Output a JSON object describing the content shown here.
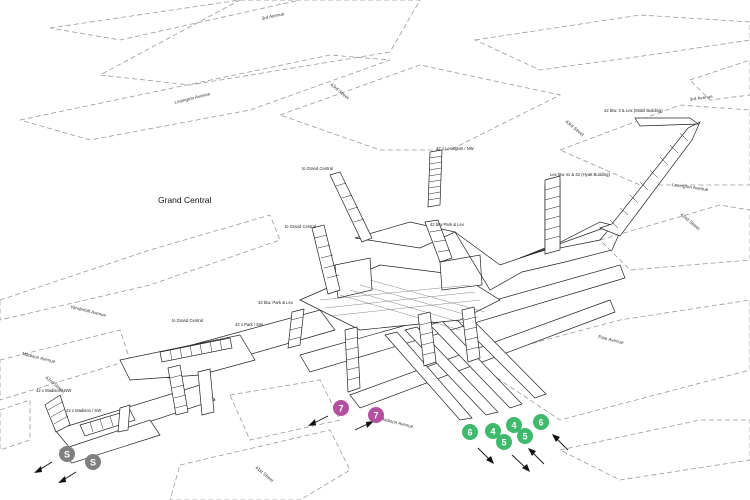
{
  "title": "Grand Central",
  "streets": {
    "third_avenue_top": "3rd Avenue",
    "third_avenue_right": "3rd Avenue",
    "lexington_avenue_top": "Lexington Avenue",
    "lexington_avenue_right": "Lexington Avenue",
    "st_43_top": "43rd Street",
    "st_43_right": "43rd Street",
    "st_42_left": "42nd Street",
    "st_42_right": "42nd Street",
    "vanderbilt_avenue": "Vanderbilt Avenue",
    "madison_avenue_left": "Madison Avenue",
    "madison_avenue_bottom": "Madison Avenue",
    "park_avenue": "Park Avenue",
    "st_41_bottom": "41st Street"
  },
  "exits": {
    "lex_nw": "42 x Lexington / NW",
    "to_grand_central_a": "to Grand Central",
    "to_grand_central_b": "to Grand Central",
    "to_grand_central_c": "to Grand Central",
    "park_lex": "42 btw Park & Lex",
    "park_sw": "42 btw. Park & Lex",
    "park_cw": "42 x Park / SW",
    "lex_3rd": "42 btw. 3 & Lex (Mobil Building)",
    "lex_hyatt": "Lex btw 41 & 42 (Hyatt Building)",
    "madison_nw": "42 x Madison / NW",
    "madison_sw": "42 x Madison / SW"
  },
  "routes": [
    {
      "label": "7",
      "color": "#b4519e"
    },
    {
      "label": "7",
      "color": "#b4519e"
    },
    {
      "label": "S",
      "color": "#808080"
    },
    {
      "label": "S",
      "color": "#808080"
    },
    {
      "label": "6",
      "color": "#3fb96b"
    },
    {
      "label": "4",
      "color": "#3fb96b"
    },
    {
      "label": "5",
      "color": "#3fb96b"
    },
    {
      "label": "4",
      "color": "#3fb96b"
    },
    {
      "label": "5",
      "color": "#3fb96b"
    },
    {
      "label": "6",
      "color": "#3fb96b"
    }
  ]
}
